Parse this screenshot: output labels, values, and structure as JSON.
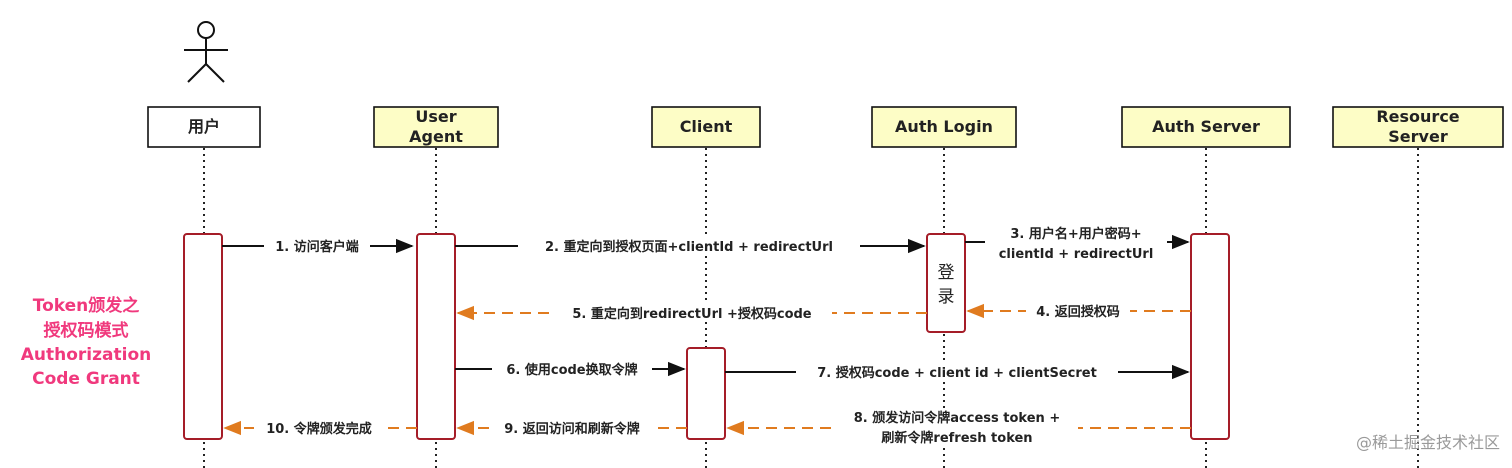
{
  "title_lines": [
    "Token颁发之",
    "授权码模式",
    "Authorization",
    "Code Grant"
  ],
  "participants": [
    {
      "id": "user",
      "lines": [
        "用户"
      ]
    },
    {
      "id": "user-agent",
      "lines": [
        "User",
        "Agent"
      ]
    },
    {
      "id": "client",
      "lines": [
        "Client"
      ]
    },
    {
      "id": "auth-login",
      "lines": [
        "Auth Login"
      ]
    },
    {
      "id": "auth-server",
      "lines": [
        "Auth Server"
      ]
    },
    {
      "id": "resource-server",
      "lines": [
        "Resource",
        "Server"
      ]
    }
  ],
  "login_box_label": [
    "登",
    "录"
  ],
  "messages": [
    {
      "id": "m1",
      "lines": [
        "1. 访问客户端"
      ]
    },
    {
      "id": "m2",
      "lines": [
        "2. 重定向到授权页面+clientId + redirectUrl"
      ]
    },
    {
      "id": "m3",
      "lines": [
        "3. 用户名+用户密码+",
        "clientId + redirectUrl"
      ]
    },
    {
      "id": "m4",
      "lines": [
        "4. 返回授权码"
      ]
    },
    {
      "id": "m5",
      "lines": [
        "5. 重定向到redirectUrl +授权码code"
      ]
    },
    {
      "id": "m6",
      "lines": [
        "6. 使用code换取令牌"
      ]
    },
    {
      "id": "m7",
      "lines": [
        "7. 授权码code + client id + clientSecret"
      ]
    },
    {
      "id": "m8",
      "lines": [
        "8. 颁发访问令牌access token +",
        "刷新令牌refresh token"
      ]
    },
    {
      "id": "m9",
      "lines": [
        "9. 返回访问和刷新令牌"
      ]
    },
    {
      "id": "m10",
      "lines": [
        "10. 令牌颁发完成"
      ]
    }
  ],
  "watermark": "@稀土掘金技术社区",
  "colors": {
    "header_fill": "#fdfdc6",
    "user_header_fill": "#ffffff",
    "request": "#111111",
    "response": "#e07b1f",
    "activation": "#a51d28",
    "title": "#f0397d"
  }
}
